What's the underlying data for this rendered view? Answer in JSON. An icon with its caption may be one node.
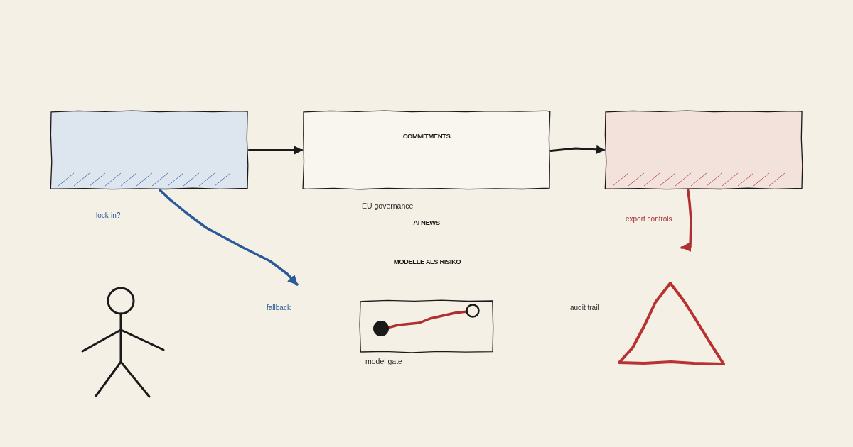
{
  "diagram": {
    "nodes": [
      {
        "text": [],
        "shape": "box",
        "beside": [
          "lock-in?"
        ]
      },
      {
        "text": [
          "COMMITMENTS"
        ]
      },
      {
        "text": [],
        "shape": "box",
        "beside": [
          "export controls"
        ]
      },
      {
        "text": [],
        "shape": "person"
      },
      {
        "text": [],
        "shape": "box",
        "beside": [
          "model gate"
        ]
      },
      {
        "text": [],
        "shape": "circle",
        "in": 4
      },
      {
        "text": [],
        "shape": "circle",
        "in": 4
      },
      {
        "text": [
          "!"
        ],
        "beside": [
          "audit trail"
        ]
      }
    ],
    "edges": [
      {
        "from": 0,
        "to": 1,
        "arrow": "to"
      },
      {
        "from": 1,
        "to": 2,
        "arrow": "to"
      },
      {
        "from": 0,
        "to": null,
        "arrow": "to",
        "color": "#2b5a9b"
      },
      {
        "from": 2,
        "to": null,
        "arrow": "to",
        "color": "#b03030"
      },
      {
        "from": 5,
        "to": 6,
        "arrow": "none",
        "color": "#b03030"
      }
    ],
    "labels": [
      "EU governance",
      "AI NEWS",
      "MODELLE ALS RISIKO",
      "fallback"
    ]
  }
}
